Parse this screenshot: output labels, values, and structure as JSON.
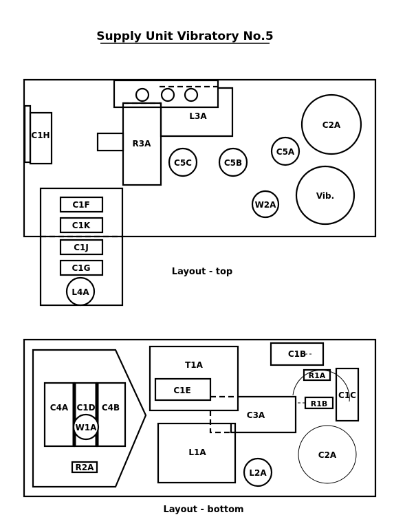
{
  "title": "Supply Unit Vibratory No.5",
  "captions": {
    "top": "Layout - top",
    "bottom": "Layout - bottom"
  },
  "top_layout": {
    "c1h": "C1H",
    "r3a": "R3A",
    "l3a": "L3A",
    "c2a": "C2A",
    "c5a": "C5A",
    "c5c": "C5C",
    "c5b": "C5B",
    "vib": "Vib.",
    "w2a": "W2A",
    "c1f": "C1F",
    "c1k": "C1K",
    "c1j": "C1J",
    "c1g": "C1G",
    "l4a": "L4A"
  },
  "bottom_layout": {
    "t1a": "T1A",
    "c1e": "C1E",
    "c3a": "C3A",
    "l1a": "L1A",
    "c4a": "C4A",
    "c1d": "C1D",
    "c4b": "C4B",
    "w1a": "W1A",
    "r2a": "R2A",
    "l2a": "L2A",
    "c1b": "C1B",
    "r1a": "R1A",
    "r1b": "R1B",
    "c1c": "C1C",
    "c2a": "C2A"
  }
}
